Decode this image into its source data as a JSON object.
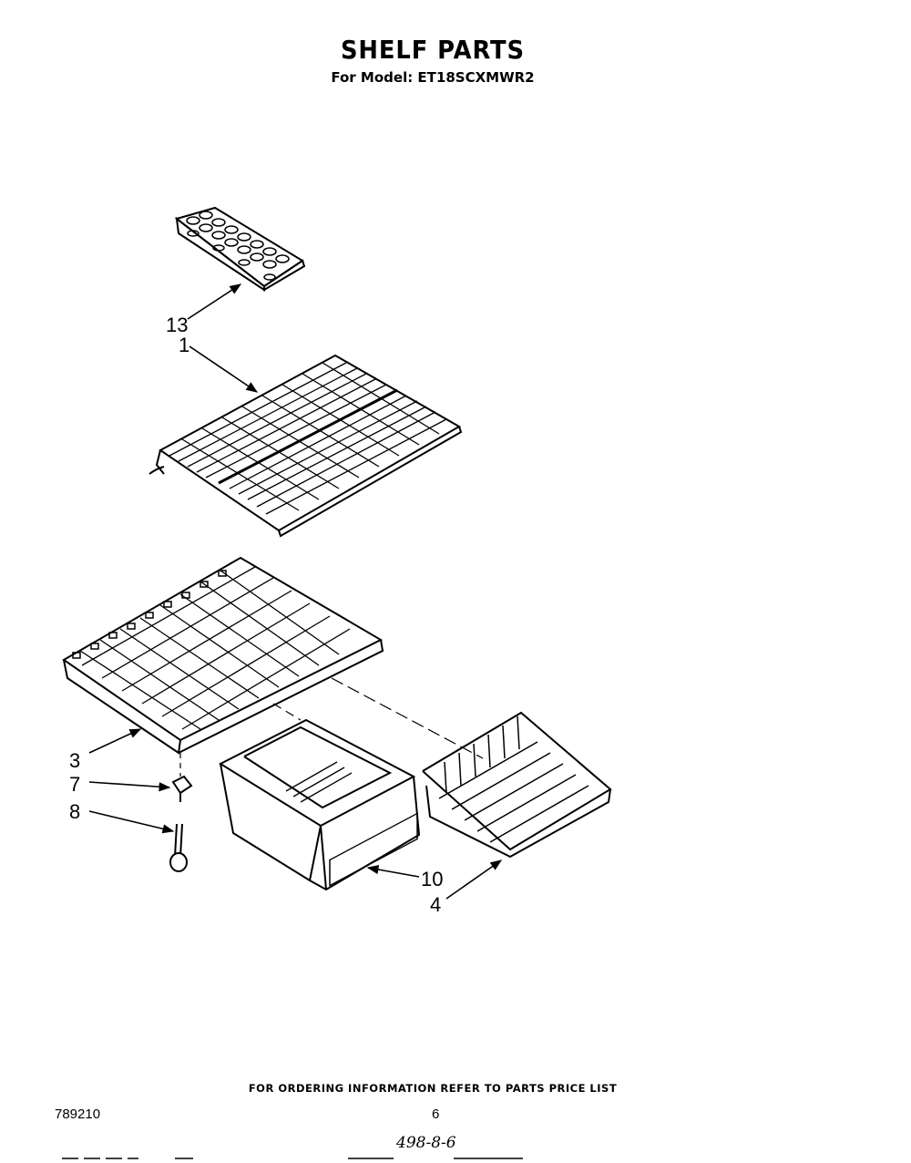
{
  "header": {
    "title": "SHELF PARTS",
    "subtitle": "For Model: ET18SCXMWR2"
  },
  "callouts": [
    "13",
    "1",
    "3",
    "7",
    "8",
    "10",
    "4"
  ],
  "footer": {
    "note": "FOR ORDERING INFORMATION REFER TO PARTS PRICE LIST",
    "doc_number": "789210",
    "page_number": "6",
    "handwritten": "498-8-6"
  }
}
